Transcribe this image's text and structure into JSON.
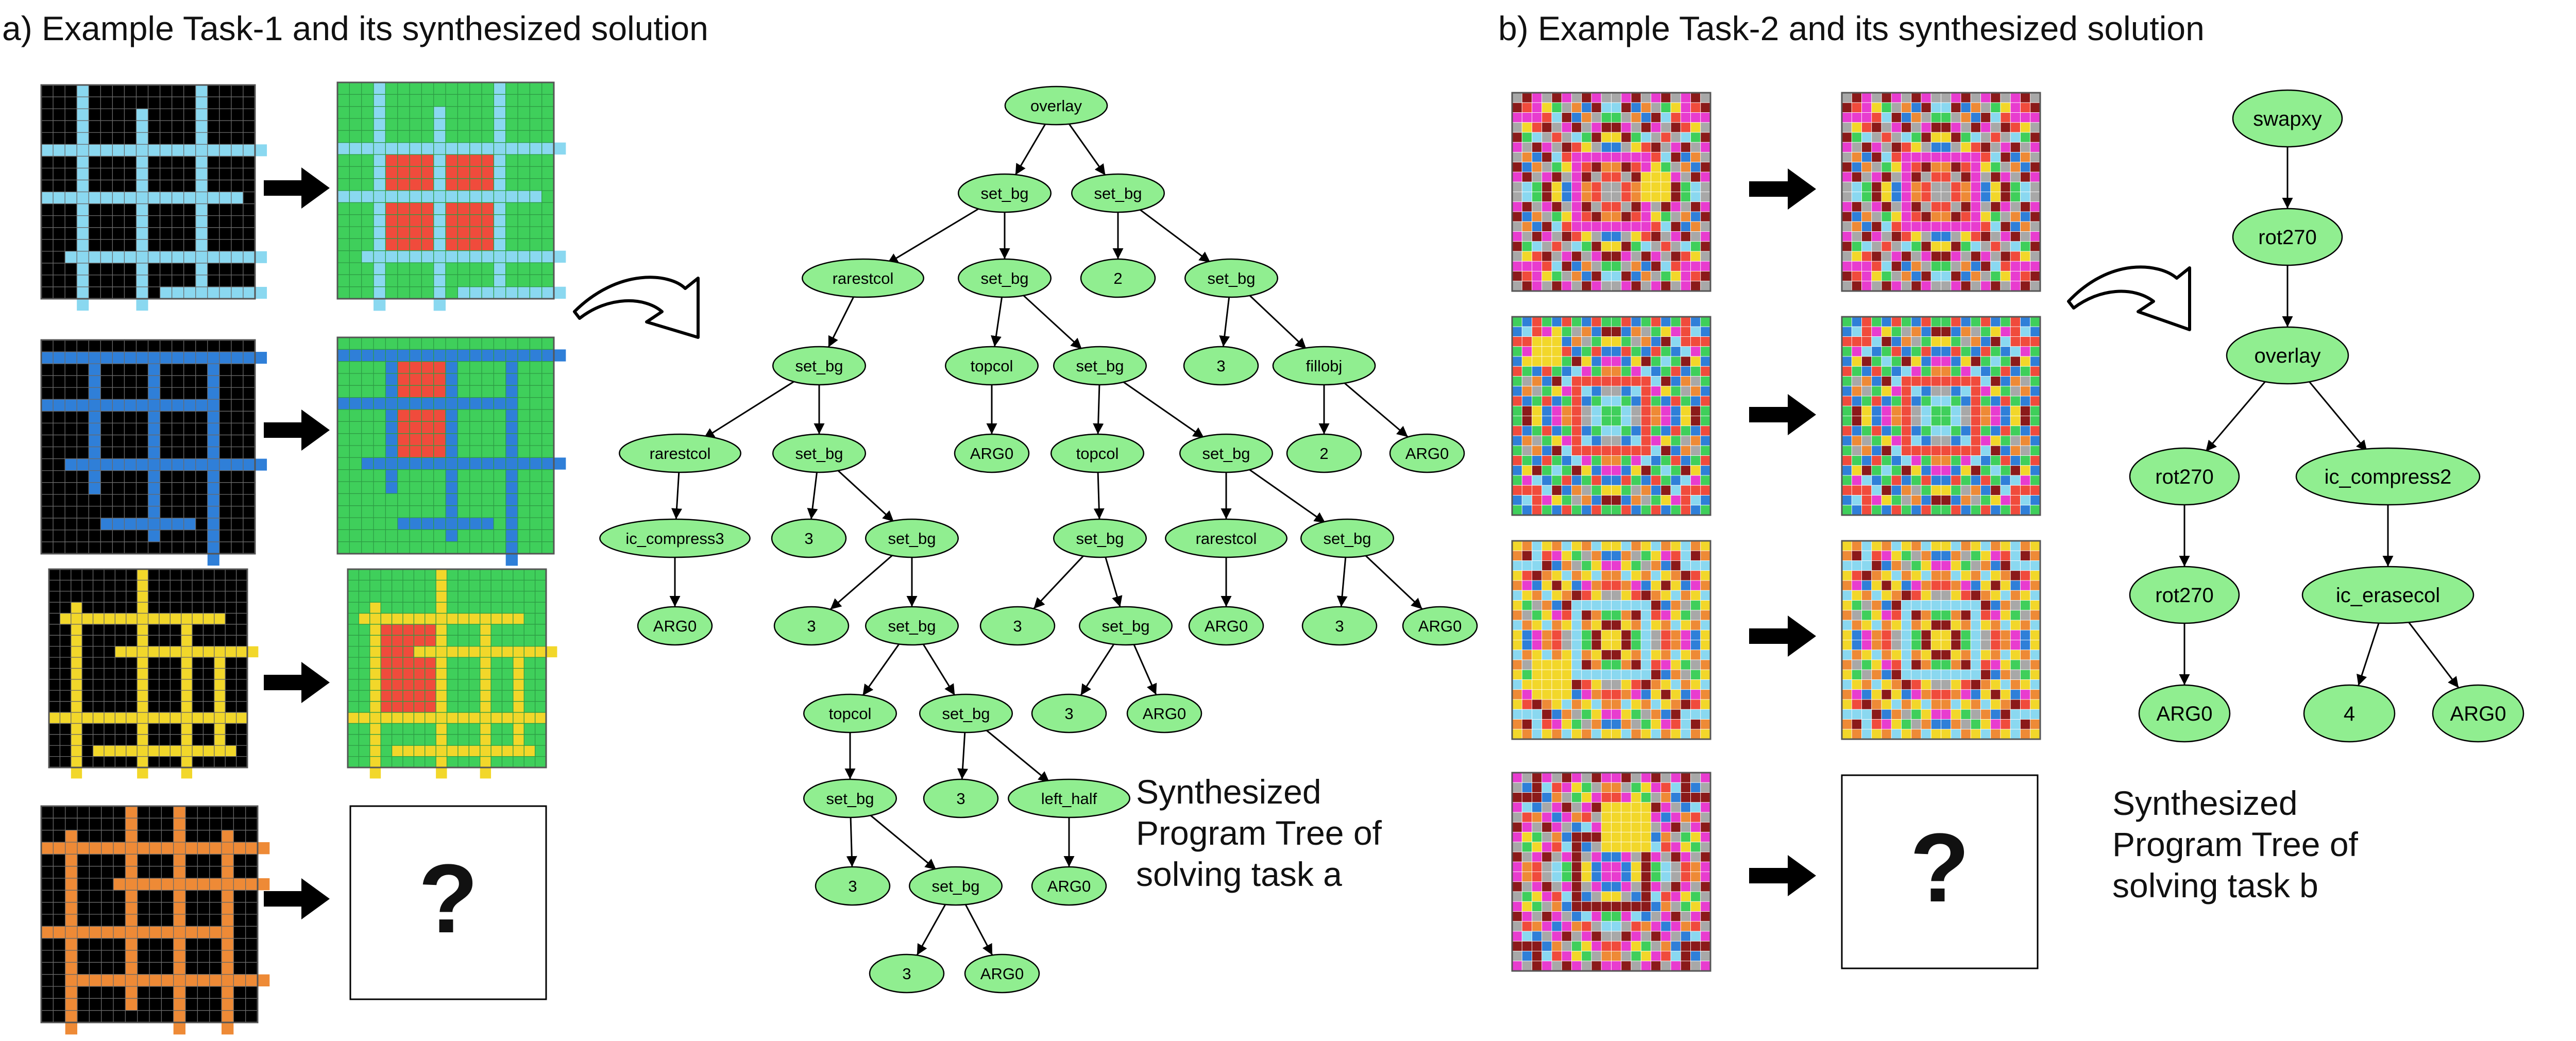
{
  "panel_a": {
    "heading": "a) Example Task-1 and its synthesized solution",
    "caption": [
      "Synthesized",
      "Program Tree of",
      "solving task a"
    ],
    "unknown_mark": "?",
    "grids": [
      {
        "id": "a1-in",
        "bg": "#000000",
        "line": "#8ad8f0",
        "fill": ""
      },
      {
        "id": "a1-out",
        "bg": "#3fcf5b",
        "line": "#8ad8f0",
        "fill": "#f04b3c"
      },
      {
        "id": "a2-in",
        "bg": "#000000",
        "line": "#2f7fd8",
        "fill": ""
      },
      {
        "id": "a2-out",
        "bg": "#3fcf5b",
        "line": "#2f7fd8",
        "fill": "#f04b3c"
      },
      {
        "id": "a3-in",
        "bg": "#000000",
        "line": "#f2d72a",
        "fill": ""
      },
      {
        "id": "a3-out",
        "bg": "#3fcf5b",
        "line": "#f2d72a",
        "fill": "#f04b3c"
      },
      {
        "id": "a4-in",
        "bg": "#000000",
        "line": "#ee8a36",
        "fill": ""
      }
    ],
    "tree": {
      "nodes": [
        {
          "id": "n1",
          "label": "overlay"
        },
        {
          "id": "n2",
          "label": "set_bg"
        },
        {
          "id": "n3",
          "label": "set_bg"
        },
        {
          "id": "n4",
          "label": "rarestcol"
        },
        {
          "id": "n5",
          "label": "set_bg"
        },
        {
          "id": "n6",
          "label": "2"
        },
        {
          "id": "n7",
          "label": "set_bg"
        },
        {
          "id": "n8",
          "label": "set_bg"
        },
        {
          "id": "n9",
          "label": "topcol"
        },
        {
          "id": "n10",
          "label": "set_bg"
        },
        {
          "id": "n11",
          "label": "3"
        },
        {
          "id": "n12",
          "label": "fillobj"
        },
        {
          "id": "n13",
          "label": "rarestcol"
        },
        {
          "id": "n14",
          "label": "set_bg"
        },
        {
          "id": "n15",
          "label": "ARG0"
        },
        {
          "id": "n16",
          "label": "topcol"
        },
        {
          "id": "n17",
          "label": "set_bg"
        },
        {
          "id": "n18",
          "label": "2"
        },
        {
          "id": "n19",
          "label": "ARG0"
        },
        {
          "id": "n20",
          "label": "ic_compress3"
        },
        {
          "id": "n21",
          "label": "3"
        },
        {
          "id": "n22",
          "label": "set_bg"
        },
        {
          "id": "n23",
          "label": "set_bg"
        },
        {
          "id": "n24",
          "label": "rarestcol"
        },
        {
          "id": "n25",
          "label": "set_bg"
        },
        {
          "id": "n26",
          "label": "ARG0"
        },
        {
          "id": "n27",
          "label": "3"
        },
        {
          "id": "n28",
          "label": "set_bg"
        },
        {
          "id": "n29",
          "label": "3"
        },
        {
          "id": "n30",
          "label": "set_bg"
        },
        {
          "id": "n31",
          "label": "ARG0"
        },
        {
          "id": "n32",
          "label": "3"
        },
        {
          "id": "n33",
          "label": "ARG0"
        },
        {
          "id": "n34",
          "label": "topcol"
        },
        {
          "id": "n35",
          "label": "set_bg"
        },
        {
          "id": "n36",
          "label": "3"
        },
        {
          "id": "n37",
          "label": "ARG0"
        },
        {
          "id": "n38",
          "label": "set_bg"
        },
        {
          "id": "n39",
          "label": "3"
        },
        {
          "id": "n40",
          "label": "left_half"
        },
        {
          "id": "n41",
          "label": "3"
        },
        {
          "id": "n42",
          "label": "set_bg"
        },
        {
          "id": "n43",
          "label": "ARG0"
        },
        {
          "id": "n44",
          "label": "3"
        },
        {
          "id": "n45",
          "label": "ARG0"
        }
      ],
      "edges": [
        [
          "n1",
          "n2"
        ],
        [
          "n1",
          "n3"
        ],
        [
          "n2",
          "n4"
        ],
        [
          "n2",
          "n5"
        ],
        [
          "n3",
          "n6"
        ],
        [
          "n3",
          "n7"
        ],
        [
          "n4",
          "n8"
        ],
        [
          "n5",
          "n9"
        ],
        [
          "n5",
          "n10"
        ],
        [
          "n7",
          "n11"
        ],
        [
          "n7",
          "n12"
        ],
        [
          "n8",
          "n13"
        ],
        [
          "n8",
          "n14"
        ],
        [
          "n9",
          "n15"
        ],
        [
          "n10",
          "n16"
        ],
        [
          "n10",
          "n17"
        ],
        [
          "n12",
          "n18"
        ],
        [
          "n12",
          "n19"
        ],
        [
          "n13",
          "n20"
        ],
        [
          "n14",
          "n21"
        ],
        [
          "n14",
          "n22"
        ],
        [
          "n16",
          "n23"
        ],
        [
          "n17",
          "n24"
        ],
        [
          "n17",
          "n25"
        ],
        [
          "n20",
          "n26"
        ],
        [
          "n22",
          "n27"
        ],
        [
          "n22",
          "n28"
        ],
        [
          "n23",
          "n29"
        ],
        [
          "n23",
          "n30"
        ],
        [
          "n24",
          "n31"
        ],
        [
          "n25",
          "n32"
        ],
        [
          "n25",
          "n33"
        ],
        [
          "n28",
          "n34"
        ],
        [
          "n28",
          "n35"
        ],
        [
          "n30",
          "n36"
        ],
        [
          "n30",
          "n37"
        ],
        [
          "n34",
          "n38"
        ],
        [
          "n35",
          "n39"
        ],
        [
          "n35",
          "n40"
        ],
        [
          "n38",
          "n41"
        ],
        [
          "n38",
          "n42"
        ],
        [
          "n40",
          "n43"
        ],
        [
          "n42",
          "n44"
        ],
        [
          "n42",
          "n45"
        ]
      ]
    }
  },
  "panel_b": {
    "heading": "b) Example Task-2 and its synthesized solution",
    "caption": [
      "Synthesized",
      "Program Tree of",
      "solving task b"
    ],
    "unknown_mark": "?",
    "palette": [
      "#ee8a36",
      "#3fcf5b",
      "#e83ccf",
      "#8ad8f0",
      "#2f7fd8",
      "#a8a8a8",
      "#f2d72a",
      "#f04b3c",
      "#8b1a1a"
    ],
    "tree": {
      "nodes": [
        {
          "id": "b1",
          "label": "swapxy"
        },
        {
          "id": "b2",
          "label": "rot270"
        },
        {
          "id": "b3",
          "label": "overlay"
        },
        {
          "id": "b4",
          "label": "rot270"
        },
        {
          "id": "b5",
          "label": "ic_compress2"
        },
        {
          "id": "b6",
          "label": "rot270"
        },
        {
          "id": "b7",
          "label": "ic_erasecol"
        },
        {
          "id": "b8",
          "label": "ARG0"
        },
        {
          "id": "b9",
          "label": "4"
        },
        {
          "id": "b10",
          "label": "ARG0"
        }
      ],
      "edges": [
        [
          "b1",
          "b2"
        ],
        [
          "b2",
          "b3"
        ],
        [
          "b3",
          "b4"
        ],
        [
          "b3",
          "b5"
        ],
        [
          "b4",
          "b6"
        ],
        [
          "b5",
          "b7"
        ],
        [
          "b6",
          "b8"
        ],
        [
          "b7",
          "b9"
        ],
        [
          "b7",
          "b10"
        ]
      ]
    }
  },
  "colors": {
    "node_fill": "#90ee90",
    "grid_border": "#555555"
  }
}
